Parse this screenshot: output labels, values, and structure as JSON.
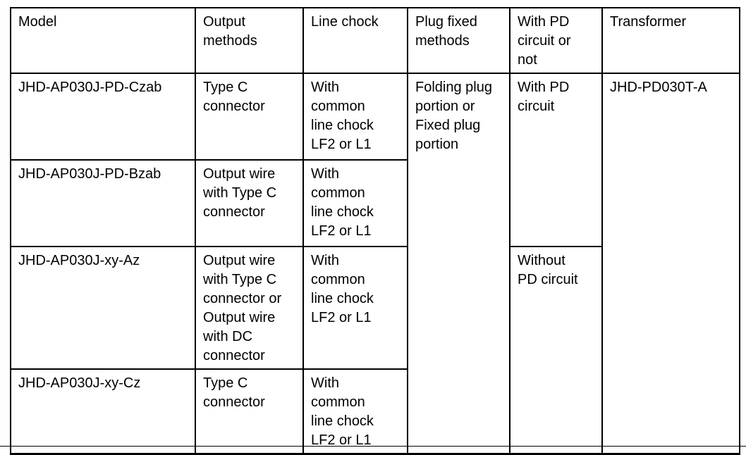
{
  "page": {
    "background": "#ffffff",
    "border_color": "#000000",
    "text_color": "#000000"
  },
  "table": {
    "headers": {
      "model": "Model",
      "output": "Output\nmethods",
      "chock": "Line chock",
      "plug": "Plug fixed\nmethods",
      "pd": "With PD\ncircuit or\nnot",
      "transformer": "Transformer"
    },
    "rows": [
      {
        "model": "JHD-AP030J-PD-Czab",
        "output": "Type C\nconnector",
        "chock": "With\ncommon\nline chock\nLF2 or L1"
      },
      {
        "model": "JHD-AP030J-PD-Bzab",
        "output": "Output wire\nwith Type C\nconnector",
        "chock": "With\ncommon\nline chock\nLF2 or L1"
      },
      {
        "model": "JHD-AP030J-xy-Az",
        "output": "Output wire\nwith Type C\nconnector or\nOutput wire\nwith DC\nconnector",
        "chock": "With\ncommon\nline chock\nLF2 or L1"
      },
      {
        "model": "JHD-AP030J-xy-Cz",
        "output": "Type C\nconnector",
        "chock": "With\ncommon\nline chock\nLF2 or L1"
      }
    ],
    "merged": {
      "plug_fixed": "Folding plug\nportion or\nFixed plug\nportion",
      "pd_with": "With PD\ncircuit",
      "pd_without": "Without\nPD circuit",
      "transformer": "JHD-PD030T-A"
    }
  }
}
